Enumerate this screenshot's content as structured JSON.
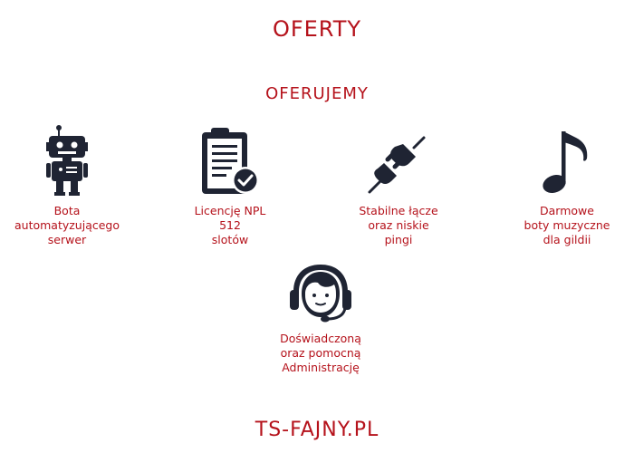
{
  "header": {
    "title": "OFERTY"
  },
  "section": {
    "subtitle": "OFERUJEMY"
  },
  "offers": [
    {
      "icon": "robot-icon",
      "label": "Bota\nautomatyzującego\nserwer"
    },
    {
      "icon": "clipboard-check-icon",
      "label": "Licencję NPL\n512\nslotów"
    },
    {
      "icon": "plug-connection-icon",
      "label": "Stabilne łącze\noraz niskie\npingi"
    },
    {
      "icon": "music-note-icon",
      "label": "Darmowe\nboty muzyczne\ndla gildii"
    },
    {
      "icon": "headset-support-icon",
      "label": "Doświadczoną\noraz pomocną\nAdministrację"
    }
  ],
  "footer": {
    "brand": "TS-FAJNY.PL"
  },
  "colors": {
    "accent": "#b5121b",
    "icon": "#1f2433"
  }
}
